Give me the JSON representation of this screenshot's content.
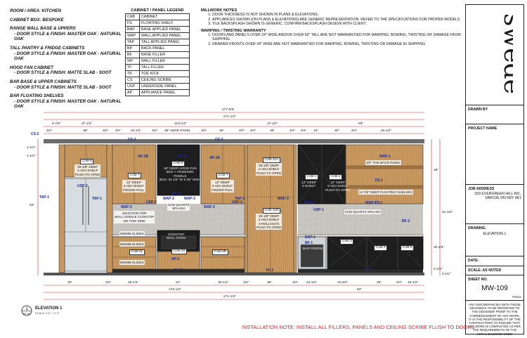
{
  "room_notes": {
    "room": "ROOM / AREA: KITCHEN",
    "cabinet_box": "CABINET BOX: BESPOKE",
    "groups": [
      {
        "title": "RANGE WALL BASE & UPPERS",
        "detail": "- DOOR STYLE & FINISH: MASTER OAK - NATURAL OAK"
      },
      {
        "title": "TALL PANTRY & FRIDGE CABINETS",
        "detail": "- DOOR STYLE & FINISH: MASTER OAK - NATURAL OAK"
      },
      {
        "title": "HOOD FAN CABINET",
        "detail": "- DOOR STYLE & FINISH: MATTE SLAB - SOOT"
      },
      {
        "title": "BAR BASE & UPPER CABINETS",
        "detail": "- DOOR STYLE & FINISH: MATTE SLAB - SOOT"
      },
      {
        "title": "BAR FLOATING SHELVES",
        "detail": "- DOOR STYLE & FINISH: MASTER OAK - NATURAL OAK"
      }
    ]
  },
  "legend": {
    "title": "CABINET / PANEL LEGEND",
    "rows": [
      [
        "CAB",
        "CABINET"
      ],
      [
        "FS",
        "FLOATING SHELF"
      ],
      [
        "BAP",
        "BASE APPLIED PANEL"
      ],
      [
        "WAP",
        "WALL APPLIED PANEL"
      ],
      [
        "TAP",
        "TALL APPLIED PANEL"
      ],
      [
        "BP",
        "BACK PANEL"
      ],
      [
        "BF",
        "BASE FILLER"
      ],
      [
        "WF",
        "WALL FILLER"
      ],
      [
        "TF",
        "TALL FILLER"
      ],
      [
        "TK",
        "TOE KICK"
      ],
      [
        "CS",
        "CEILING SCRIBE"
      ],
      [
        "USP",
        "UNDERSIDE PANEL"
      ],
      [
        "AP",
        "APPLIANCE PANEL"
      ]
    ]
  },
  "notes": {
    "millwork_title": "MILLWORK NOTES",
    "millwork": [
      "DOOR THICKNESS IS NOT SHOWN IN PLANS & ELEVATIONS.",
      "APPLIANCES SHOWN (ON PLANS & ELEVATIONS) ARE GENERIC REPRESENTATION. REFER TO THE SPECIFICATIONS FOR PROPER MODELS",
      "TILE BACKSPLASH SHOWN IS GENERIC. CONFIRM BACKSPLASH DESIGN WITH CLIENT."
    ],
    "warping_title": "WARPING / TWISTING WARRANTY",
    "warping": [
      "DOORS AND PANELS OVER 24\" WIDE AND/OR OVER 60\" TALL ARE NOT WARRANTIED FOR WARPING, BOWING, TWISTING OR DAMAGE FROM SHIPPING",
      "DRAWER FRONTS OVER 34\" WIDE ARE NOT WARRANTIED FOR WARPING, BOWING, TWISTING OR DAMAGE IN SHIPPING"
    ]
  },
  "title_block": {
    "logo": "swede",
    "drawn_by": "DRAWN BY",
    "project_name": "PROJECT NAME",
    "job_address_label": "JOB ADDRESS",
    "job_address": "320 EVERGREEN HILL RD., SIMCOE ON N3Y 4K1",
    "drawing_label": "DRAWING",
    "drawing": "ELEVATION 1",
    "date_label": "DATE:",
    "scale_label": "SCALE: AS NOTED",
    "sheet_label": "SHEET NO.",
    "sheet_no": "MW-109",
    "final": "FINAL",
    "disclaimer": "ANY DISCREPANCIES WITH THESE DRAWINGS TO BE REPORTED TO THE DESIGNER PRIOR TO THE COMMENCEMENT OF ANY WORK. IT IS THE RESPONSIBILITY OF THE CONTRACTORS TO ENSURE THAT ALL WORK IS COMPLETED AS PER THE REQUIREMENTS OF THE LOCAL BUILDING CODE"
  },
  "elevation": {
    "number": "1",
    "title": "ELEVATION 1",
    "sheet_ref": "MW-109",
    "scale": "SCALE: 1/2\" = 1'-0\"",
    "install_note": "INSTALLATION NOTE: INSTALL ALL FILLERS, PANELS AND CEILING SCRIBE FLUSH TO DOORS"
  },
  "dims": {
    "overall": "277-5/8\"",
    "overall_inner": "271-1/2\"",
    "bottom_overall": "271-1/2\"",
    "bottom_left": "178-1/2\"",
    "bottom_right": "93\"",
    "top_segments": [
      "5-7/8\"",
      "37-1/2\"",
      "103-1/2\"",
      "37-1/2\"",
      "93\""
    ],
    "upper_row": [
      "3/4\"",
      "36\"",
      "3/4\"",
      "3/4\"",
      "32-1/4\"",
      "3/4\"",
      "36\" WIDE PANEL",
      "3/4\"",
      "36\"",
      "3/4\"",
      "3/4\"",
      "36\"",
      "3/4\"",
      "3/4\"",
      "15\"",
      "30\"",
      "3/4\"",
      "46-1/2\""
    ],
    "bottom_row": [
      "36\"",
      "3/4\"",
      "36-1/4\"",
      "31\"",
      "36-1/4\"",
      "3/4\"",
      "36\"",
      "3/4\"",
      "24-1/4\"",
      "23-3/4\"",
      "28\"",
      "3/4\"",
      "15-1/2\""
    ],
    "heights_left": [
      "1-1/2\"",
      "1-1/2\"",
      "94\""
    ],
    "heights_right": [
      "38\"",
      "31-1/2\"",
      "30-3/4\"",
      "4-1/2\"",
      "4-1/2\""
    ]
  },
  "labels": {
    "cs": [
      "CS-2",
      "CS-2",
      "CS-2"
    ],
    "tap": [
      "TAP-1",
      "TAP-1",
      "TAP-1"
    ],
    "usp": [
      "USP-2",
      "USP-3",
      "USP-3",
      "USP-1"
    ],
    "wap": [
      "WAP-3",
      "WAP-3",
      "WAP-3",
      "WAP-3",
      "WAP-3",
      "WAP-2",
      "WAP-1",
      "WAP-1"
    ],
    "ap": [
      "AP-1B",
      "AP-1A",
      "AP-1B",
      "AP-1C",
      "AP-2"
    ],
    "fs": [
      "FS-1",
      "FS-1"
    ],
    "bf": [
      "BF-2"
    ],
    "bap": [
      "BAP-1",
      "BF-1"
    ],
    "tk": [
      "TK-2",
      "TK-2",
      "TK-2"
    ],
    "cab": [
      "CAB-6",
      "CAB-7",
      "CAB-8",
      "CAB-7",
      "CAB-11A",
      "CAB-11B",
      "CAB-1",
      "CAB-2",
      "CAB-9L",
      "CAB-10",
      "CAB-9R",
      "CAB-3",
      "CAB-4",
      "CAB-5"
    ]
  },
  "box_notes": {
    "cab6": "25-1/8\" DEEP\n1-ADJ SHELF\nPUSH TO OPEN",
    "cab7a": "12\" DEEP\n3-ADJ SHELF\nFINGER PULL",
    "hood": "18\" DEEP HOOD FAN\nBOX + FINISHING\nPANELS\nBOX: 34 1/2\" W X 26\" HIGH",
    "cab7b": "12\" DEEP\n3-ADJ SHELF\nFINGER PULL",
    "cab11a": "25-1/8\" DEEP\n2-ADJ SHELF\nPUSH TO OPEN",
    "cab11b": "25-1/8\" DEEP\n2-ADJ SHELF\n4-ROLLOUTS\nPUSH TO OPEN",
    "cab1": "12\" DEEP\n3-SHELF",
    "cab2": "12\" DEEP\n3-ADJ SHELF\nPUSH TO OPEN",
    "back_panel": "3/4\" THK BACK PANEL",
    "floating": "12 7/8\" DEEP FLOATING SHELVES",
    "quartz1": "2CM QUARTZ\nSPLASH",
    "quartz2": "2CM QUARTZ SPLASH",
    "junction": "JUNCTION FOR\nWALL OVEN & COOKTOP\nON THIS SIDE",
    "slides1": "500MM SLIDES",
    "slides2": "500MM SLIDES",
    "slides3": "500MM SLIDES",
    "cooktop": "COOKTOP\nWALL OVEN",
    "bar_fridge": "BAR FRIDGE"
  }
}
